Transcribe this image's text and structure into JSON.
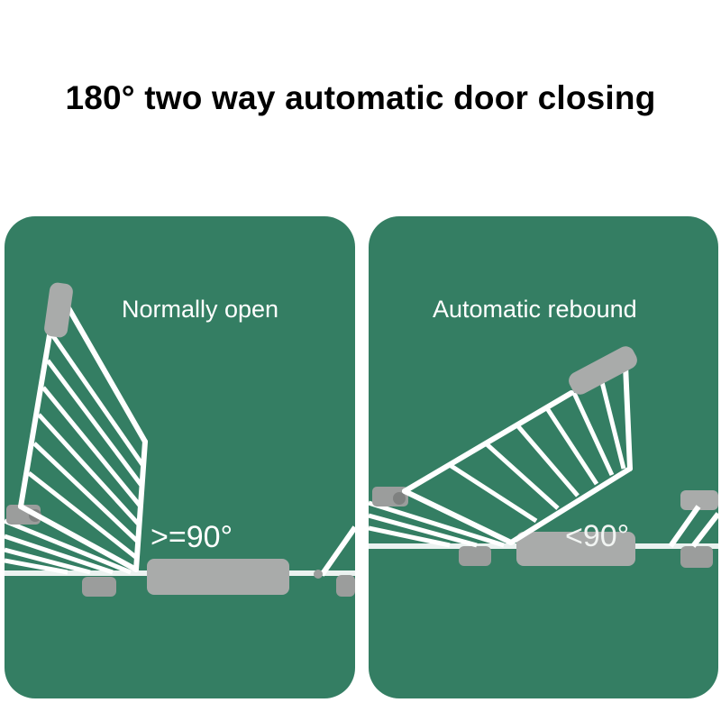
{
  "title": "180° two way automatic door closing",
  "colors": {
    "panel_green": "#347e63",
    "gate_white": "#ffffff",
    "cap_gray": "#a9abaa",
    "background": "#ffffff"
  },
  "panels": [
    {
      "label": "Normally open",
      "angle": ">=90°"
    },
    {
      "label": "Automatic rebound",
      "angle": "<90°"
    }
  ]
}
